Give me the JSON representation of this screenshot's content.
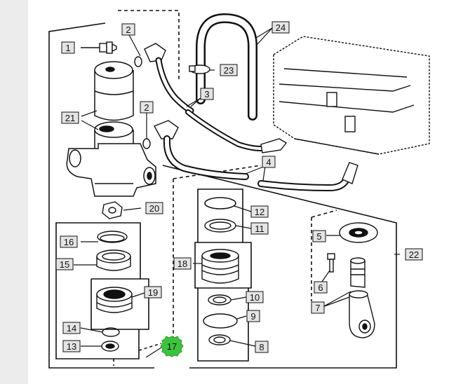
{
  "callouts": {
    "c1": "1",
    "c2a": "2",
    "c2b": "2",
    "c3": "3",
    "c4": "4",
    "c5": "5",
    "c6": "6",
    "c7": "7",
    "c8": "8",
    "c9": "9",
    "c10": "10",
    "c11": "11",
    "c12": "12",
    "c13": "13",
    "c14": "14",
    "c15": "15",
    "c16": "16",
    "c17": "17",
    "c18": "18",
    "c19": "19",
    "c20": "20",
    "c21": "21",
    "c22": "22",
    "c23": "23",
    "c24": "24"
  },
  "colors": {
    "line": "#111111",
    "callout_fill": "#e4e4e4",
    "highlight_badge": "#3cc43c",
    "left_strip": "#ececec"
  },
  "icons": {
    "highlight": "gear-badge-icon"
  }
}
